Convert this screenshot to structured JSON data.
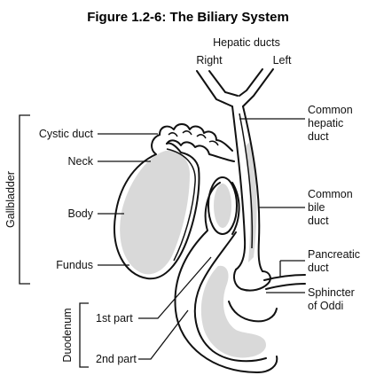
{
  "title": "Figure 1.2-6: The Biliary System",
  "labels": {
    "hepatic_ducts": "Hepatic ducts",
    "right": "Right",
    "left": "Left",
    "common_hepatic_1": "Common",
    "common_hepatic_2": "hepatic",
    "common_hepatic_3": "duct",
    "common_bile_1": "Common",
    "common_bile_2": "bile",
    "common_bile_3": "duct",
    "pancreatic_1": "Pancreatic",
    "pancreatic_2": "duct",
    "sphincter_1": "Sphincter",
    "sphincter_2": "of Oddi",
    "cystic_duct": "Cystic duct",
    "neck": "Neck",
    "body": "Body",
    "fundus": "Fundus",
    "first_part": "1st part",
    "second_part": "2nd part"
  },
  "groups": {
    "gallbladder": "Gallbladder",
    "duodenum": "Duodenum"
  }
}
